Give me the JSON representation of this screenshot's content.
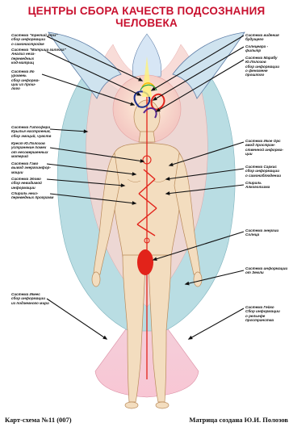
{
  "title": "ЦЕНТРЫ СБОРА КАЧЕСТВ ПОДСОЗНАНИЯ ЧЕЛОВЕКА",
  "labels_left": [
    {
      "id": "l1",
      "title": "Система \"третий глаз\"",
      "desc": "сбор информации\nо самонастройке"
    },
    {
      "id": "l2",
      "title": "Система \"Матрица галочка\"",
      "desc": "Анализ неза-\nпереведных\nкод-матриц"
    },
    {
      "id": "l3",
      "title": "Система Ио",
      "desc": "уровень\nсбор информа-\nции из прош-\nлого"
    },
    {
      "id": "l4",
      "title": "Система Гипосфера",
      "desc": "Крылья настроения,\nсбор эмоций, чувств"
    },
    {
      "id": "l5",
      "title": "Крест Ю.Полозов",
      "desc": "устранение помех\nот несовершенных\nматерий"
    },
    {
      "id": "l6",
      "title": "Система Гаво",
      "desc": "вывод энергоинфор-\nмации"
    },
    {
      "id": "l7",
      "title": "Система Эпово",
      "desc": "сбор невидимой\nинформации"
    },
    {
      "id": "l8",
      "title": "Спираль неиз-",
      "desc": "переведных программ"
    },
    {
      "id": "l9",
      "title": "Система Икеес",
      "desc": "сбор информации\nиз подземного мира"
    }
  ],
  "labels_right": [
    {
      "id": "r1",
      "title": "Система видения",
      "desc": "будущего"
    },
    {
      "id": "r2",
      "title": "Солнцевра -",
      "desc": "фильтр"
    },
    {
      "id": "r3",
      "title": "Система Марабу",
      "desc": "Ю.Полозов\nсбор информации\nо феномене\nпрошлого"
    },
    {
      "id": "r4",
      "title": "Система Икое Орс",
      "desc": "ввод простран-\nственной информа-\nции"
    },
    {
      "id": "r5",
      "title": "Система Саркис",
      "desc": "сбор информации\nо самонаблюдении"
    },
    {
      "id": "r6",
      "title": "Спираль",
      "desc": "Алкоголизма"
    },
    {
      "id": "r7",
      "title": "Система энергии",
      "desc": "Солнца"
    },
    {
      "id": "r8",
      "title": "Система информации",
      "desc": "от Земли"
    },
    {
      "id": "r9",
      "title": "Система Гейко",
      "desc": "Сбор информации\nо рельефе\nпространства"
    }
  ],
  "footer_left": "Карт-схема №11 (007)",
  "footer_right": "Матрица создана Ю.И. Полозов",
  "colors": {
    "title": "#c8102e",
    "outer_cloak": "#b9dde3",
    "upper_wings": "#cfe3ef",
    "aura": "#f7d6d2",
    "skin": "#f3ddbf",
    "red_channel": "#e2231a",
    "arrow": "#111111"
  }
}
